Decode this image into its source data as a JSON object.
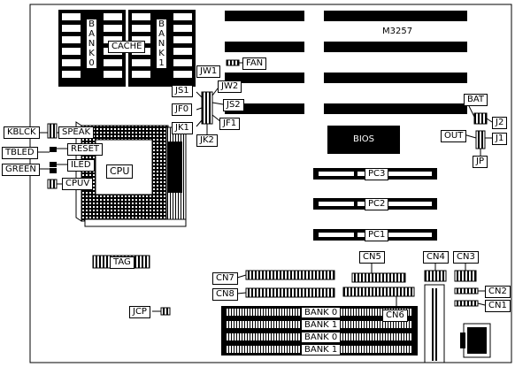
{
  "model": "M3257",
  "banks": {
    "bank0": "BANK0",
    "bank1": "BANK1",
    "cache": "CACHE"
  },
  "connectors": {
    "fan": "FAN",
    "jw1": "JW1",
    "jw2": "JW2",
    "js1": "JS1",
    "js2": "JS2",
    "jf0": "JF0",
    "jf1": "JF1",
    "jk1": "JK1",
    "jk2": "JK2",
    "bat": "BAT",
    "j2": "J2",
    "j1": "J1",
    "out": "OUT",
    "jp": "JP",
    "bios": "BIOS",
    "cpu": "CPU",
    "tag": "TAG",
    "jcp": "JCP"
  },
  "front_panel": {
    "kblck": "KBLCK",
    "speak": "SPEAK",
    "tbled": "TBLED",
    "reset": "RESET",
    "green": "GREEN",
    "iled": "ILED",
    "cpuv": "CPUV"
  },
  "slots": {
    "pc1": "PC1",
    "pc2": "PC2",
    "pc3": "PC3"
  },
  "headers": {
    "cn1": "CN1",
    "cn2": "CN2",
    "cn3": "CN3",
    "cn4": "CN4",
    "cn5": "CN5",
    "cn6": "CN6",
    "cn7": "CN7",
    "cn8": "CN8"
  },
  "simm_banks": [
    "BANK 0",
    "BANK 1",
    "BANK 0",
    "BANK 1"
  ]
}
